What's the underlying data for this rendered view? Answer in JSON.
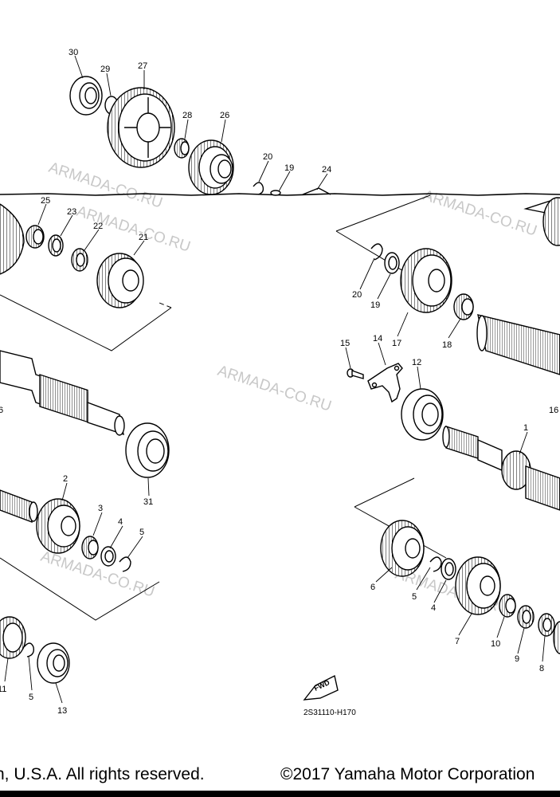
{
  "diagram": {
    "code": "2S31110-H170",
    "watermark": "ARMADA-CO.RU",
    "fwd_label": "FWD",
    "callouts": {
      "c30": "30",
      "c29": "29",
      "c27": "27",
      "c28": "28",
      "c26": "26",
      "c20a": "20",
      "c19a": "19",
      "c24": "24",
      "c25": "25",
      "c23": "23",
      "c22": "22",
      "c21": "21",
      "c20b": "20",
      "c19b": "19",
      "c17": "17",
      "c18": "18",
      "c15": "15",
      "c14": "14",
      "c12": "12",
      "c16a": "6",
      "c16b": "16",
      "c1": "1",
      "c31": "31",
      "c2": "2",
      "c3": "3",
      "c4a": "4",
      "c5a": "5",
      "c6": "6",
      "c5b": "5",
      "c4b": "4",
      "c7": "7",
      "c10": "10",
      "c9": "9",
      "c8": "8",
      "c11": "11",
      "c5c": "5",
      "c13": "13"
    }
  },
  "footer": {
    "rights": "n, U.S.A. All rights reserved.",
    "copyright": "©2017 Yamaha Motor Corporation"
  }
}
